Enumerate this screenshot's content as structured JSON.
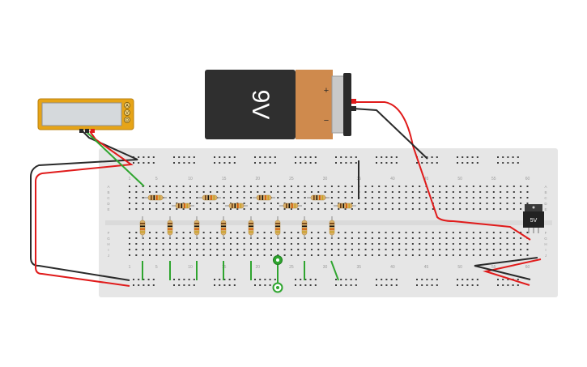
{
  "battery": {
    "voltage_label": "9V",
    "plus_label": "+",
    "minus_label": "−"
  },
  "multimeter": {
    "modes": [
      "A",
      "V",
      "Ω"
    ]
  },
  "regulator": {
    "label": "5V"
  },
  "breadboard": {
    "column_labels": [
      "1",
      "5",
      "10",
      "15",
      "20",
      "25",
      "30",
      "35",
      "40",
      "45",
      "50",
      "55",
      "60"
    ],
    "row_labels_top": [
      "A",
      "B",
      "C",
      "D",
      "E"
    ],
    "row_labels_bottom": [
      "F",
      "G",
      "H",
      "I",
      "J"
    ]
  },
  "colors": {
    "board": "#e6e6e6",
    "hole": "#3d3d3d",
    "wire_red": "#e01b1b",
    "wire_black": "#2a2a2a",
    "wire_green": "#2fa52f",
    "meter_body": "#e6a417",
    "meter_screen": "#d5d9dc",
    "battery_body": "#2f2f2f",
    "battery_label": "#cf8a4d",
    "resistor": "#d9b06a"
  }
}
